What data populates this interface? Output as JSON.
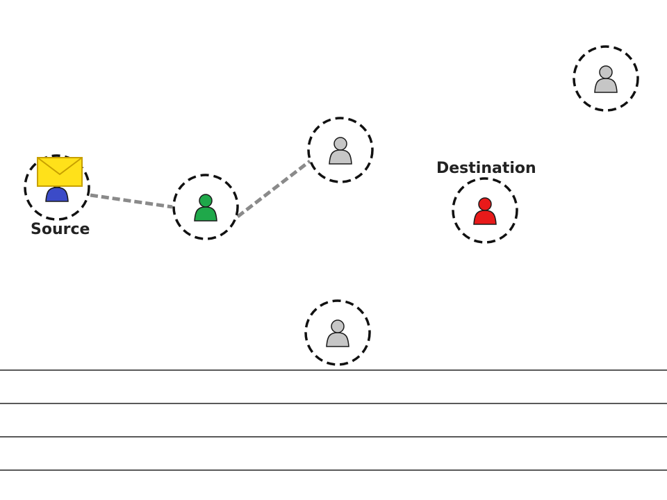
{
  "labels": {
    "source": "Source",
    "destination": "Destination"
  },
  "colors": {
    "source_node": "#3b4bc8",
    "relay_node": "#1fa84a",
    "destination_node": "#e81a1a",
    "idle_node": "#c6c6c6",
    "node_outline": "#1a1a1a",
    "range_ring": "#111111",
    "link": "#8a8a8a",
    "envelope_fill": "#ffe11a",
    "envelope_outline": "#c8a000",
    "bottom_lines": "#222222"
  },
  "nodes": [
    {
      "id": "source",
      "role": "source",
      "icon": "person-icon"
    },
    {
      "id": "relay",
      "role": "relay",
      "icon": "person-icon"
    },
    {
      "id": "node-upper-middle",
      "role": "idle",
      "icon": "person-icon"
    },
    {
      "id": "destination",
      "role": "destination",
      "icon": "person-icon"
    },
    {
      "id": "node-top-right",
      "role": "idle",
      "icon": "person-icon"
    },
    {
      "id": "node-bottom-middle",
      "role": "idle",
      "icon": "person-icon"
    }
  ],
  "links": [
    {
      "from": "source",
      "to": "relay",
      "style": "dashed"
    },
    {
      "from": "relay",
      "to": "node-upper-middle",
      "style": "dashed"
    }
  ],
  "message_icon": "envelope-icon",
  "bottom_line_count": 4
}
